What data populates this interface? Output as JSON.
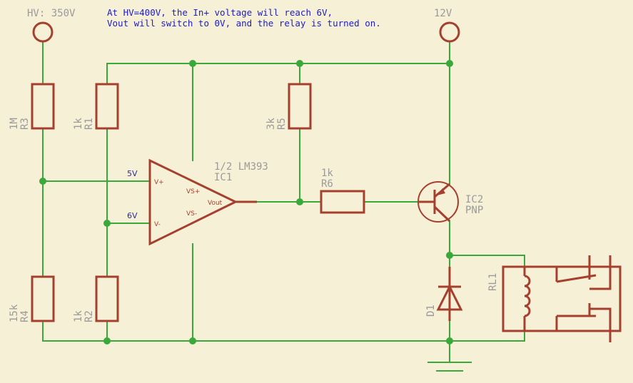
{
  "labels": {
    "hv_supply": "HV: 350V",
    "vcc": "12V",
    "note_line1": "At HV=400V, the In+ voltage will reach 6V,",
    "note_line2": "Vout will switch to 0V, and the relay is turned on.",
    "net_5v": "5V",
    "net_6v": "6V"
  },
  "components": {
    "r3": {
      "name": "R3",
      "value": "1M"
    },
    "r1": {
      "name": "R1",
      "value": "1k"
    },
    "r5": {
      "name": "R5",
      "value": "3k"
    },
    "r4": {
      "name": "R4",
      "value": "15k"
    },
    "r2": {
      "name": "R2",
      "value": "1k"
    },
    "r6": {
      "name": "R6",
      "value": "1k"
    },
    "ic1": {
      "name": "IC1",
      "value": "1/2 LM393",
      "pin_in_plus": "V+",
      "pin_in_minus": "V-",
      "pin_vs_plus": "VS+",
      "pin_vs_minus": "VS-",
      "pin_out": "Vout"
    },
    "ic2": {
      "name": "IC2",
      "value": "PNP"
    },
    "d1": {
      "name": "D1"
    },
    "rl1": {
      "name": "RL1"
    }
  },
  "colors": {
    "background": "#f6f0d7",
    "wire": "#3aa83a",
    "component": "#a5402f",
    "label": "#9a9a9a",
    "note": "#1c1cc8"
  }
}
